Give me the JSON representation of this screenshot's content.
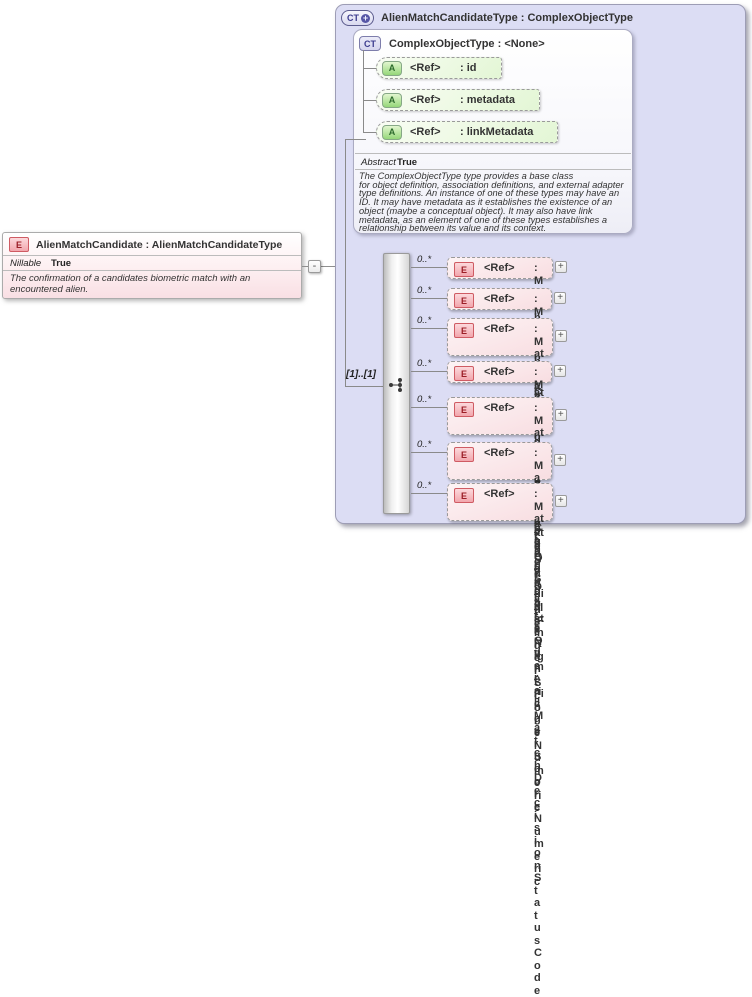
{
  "symbols": {
    "expand": "+",
    "collapse": "-"
  },
  "colors": {
    "container_fill": "#dcddf4",
    "element_fill": "#f8dde1",
    "attribute_fill": "#e3f6d5",
    "element_badge": "#f2a6ad",
    "attribute_badge": "#95d779",
    "complextype_badge": "#d5d5ee"
  },
  "global_element": {
    "badge": "E",
    "title": "AlienMatchCandidate : AlienMatchCandidateType",
    "facet": {
      "name": "Nillable",
      "value": "True"
    },
    "annotation": "The confirmation of a candidates biometric match with an encountered alien."
  },
  "complex_type": {
    "badge": "CT",
    "title": "AlienMatchCandidateType : ComplexObjectType",
    "base_type": {
      "badge": "CT",
      "title": "ComplexObjectType : <None>",
      "attributes": [
        {
          "badge": "A",
          "ref": "<Ref>",
          "name": ": id"
        },
        {
          "badge": "A",
          "ref": "<Ref>",
          "name": ": metadata"
        },
        {
          "badge": "A",
          "ref": "<Ref>",
          "name": ": linkMetadata"
        }
      ],
      "facet": {
        "name": "Abstract",
        "value": "True"
      },
      "annotation": "The ComplexObjectType type provides a base class\nfor object definition, association definitions, and external adapter type definitions. An instance of one of these types may have an ID. It may have metadata as it establishes the existence of an object (maybe a conceptual object). It may also have link metadata, as an element of one of these types establishes a relationship between its value and its context."
    },
    "compositor": {
      "label": "[1]..[1]",
      "icon": "sequence-icon"
    },
    "elements": [
      {
        "badge": "E",
        "ref": "<Ref>",
        "name": ": MatchCandidateRankNumeric",
        "occurs": "0..*"
      },
      {
        "badge": "E",
        "ref": "<Ref>",
        "name": ": MatchCandidateDetainedDate",
        "occurs": "0..*"
      },
      {
        "badge": "E",
        "ref": "<Ref>",
        "name": ": MatchCandidateLeftFingerScoreNumeric",
        "occurs": "0..*"
      },
      {
        "badge": "E",
        "ref": "<Ref>",
        "name": ": MatchCandidateStatus",
        "occurs": "0..*"
      },
      {
        "badge": "E",
        "ref": "<Ref>",
        "name": ": MatchCandidateOverallFingerScoreNumeric",
        "occurs": "0..*"
      },
      {
        "badge": "E",
        "ref": "<Ref>",
        "name": ": MatchCandidateOverallMatchDecisionStatusCode",
        "occurs": "0..*"
      },
      {
        "badge": "E",
        "ref": "<Ref>",
        "name": ": MatchCandidateRightFingerScoreNumeric",
        "occurs": "0..*"
      }
    ]
  }
}
